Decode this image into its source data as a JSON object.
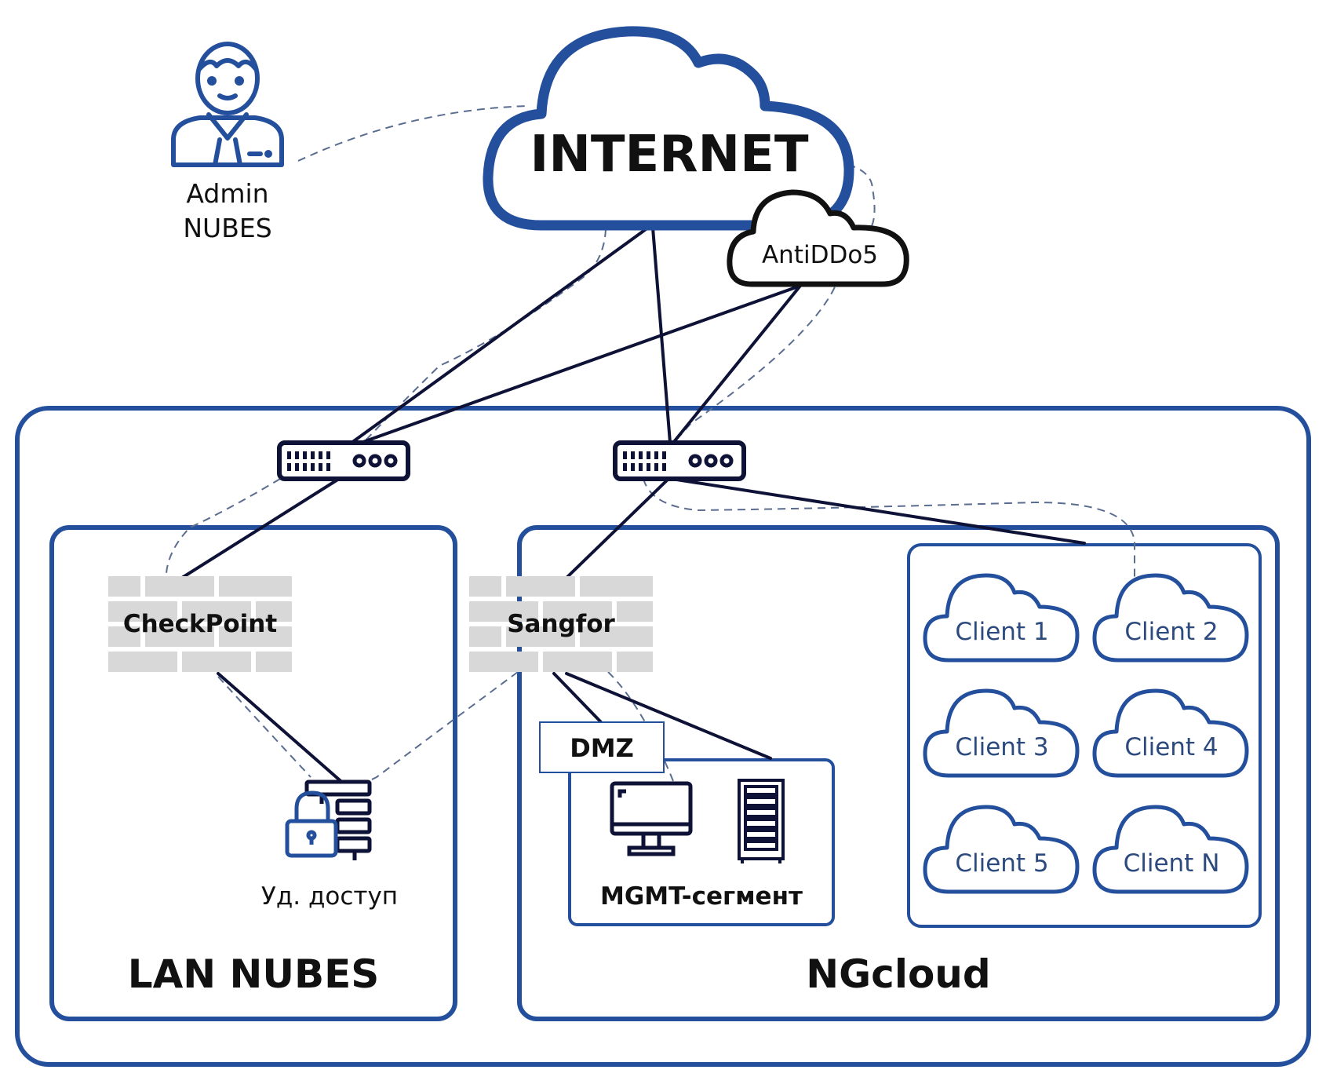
{
  "colors": {
    "container_blue": "#234f9c",
    "cloud_blue": "#234f9c",
    "link_dark": "#0e1236",
    "dashed": "#5a6d90",
    "firewall_gray": "#d8d8d8",
    "text": "#111111",
    "client_text": "#2c4a7e"
  },
  "admin": {
    "line1": "Admin",
    "line2": "NUBES"
  },
  "internet": {
    "label": "INTERNET"
  },
  "antiddos": {
    "label": "AntiDDo5"
  },
  "lan": {
    "title": "LAN NUBES",
    "firewall": "CheckPoint",
    "remote_access": "Уд. доступ"
  },
  "ngcloud": {
    "title": "NGcloud",
    "firewall": "Sangfor",
    "dmz": "DMZ",
    "mgmt": "MGMT-сегмент",
    "clients": [
      "Client 1",
      "Client 2",
      "Client 3",
      "Client 4",
      "Client 5",
      "Client N"
    ]
  }
}
